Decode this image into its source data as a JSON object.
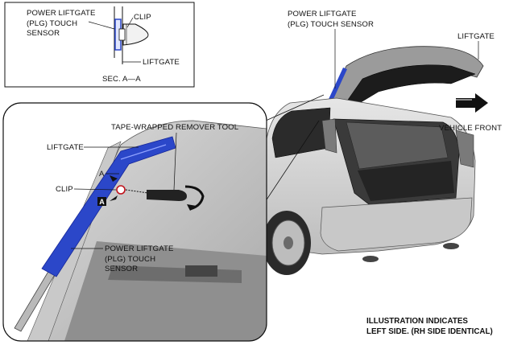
{
  "inset_section": {
    "sensor_label": [
      "POWER LIFTGATE",
      "(PLG) TOUCH",
      "SENSOR"
    ],
    "clip_label": "CLIP",
    "liftgate_label": "LIFTGATE",
    "section_label": "SEC. A—A"
  },
  "vehicle_view": {
    "sensor_label": [
      "POWER LIFTGATE",
      "(PLG) TOUCH SENSOR"
    ],
    "liftgate_label": "LIFTGATE",
    "direction_label": "VEHICLE FRONT"
  },
  "detail_view": {
    "tool_label": "TAPE-WRAPPED REMOVER TOOL",
    "liftgate_label": "LIFTGATE",
    "section_marker": "A",
    "clip_label": "CLIP",
    "sensor_label": [
      "POWER LIFTGATE",
      "(PLG) TOUCH",
      "SENSOR"
    ]
  },
  "note": [
    "ILLUSTRATION INDICATES",
    "LEFT SIDE. (RH SIDE IDENTICAL)"
  ],
  "colors": {
    "sensor_blue": "#2b47c9",
    "line": "#111111",
    "body_gray": "#d4d4d4"
  }
}
